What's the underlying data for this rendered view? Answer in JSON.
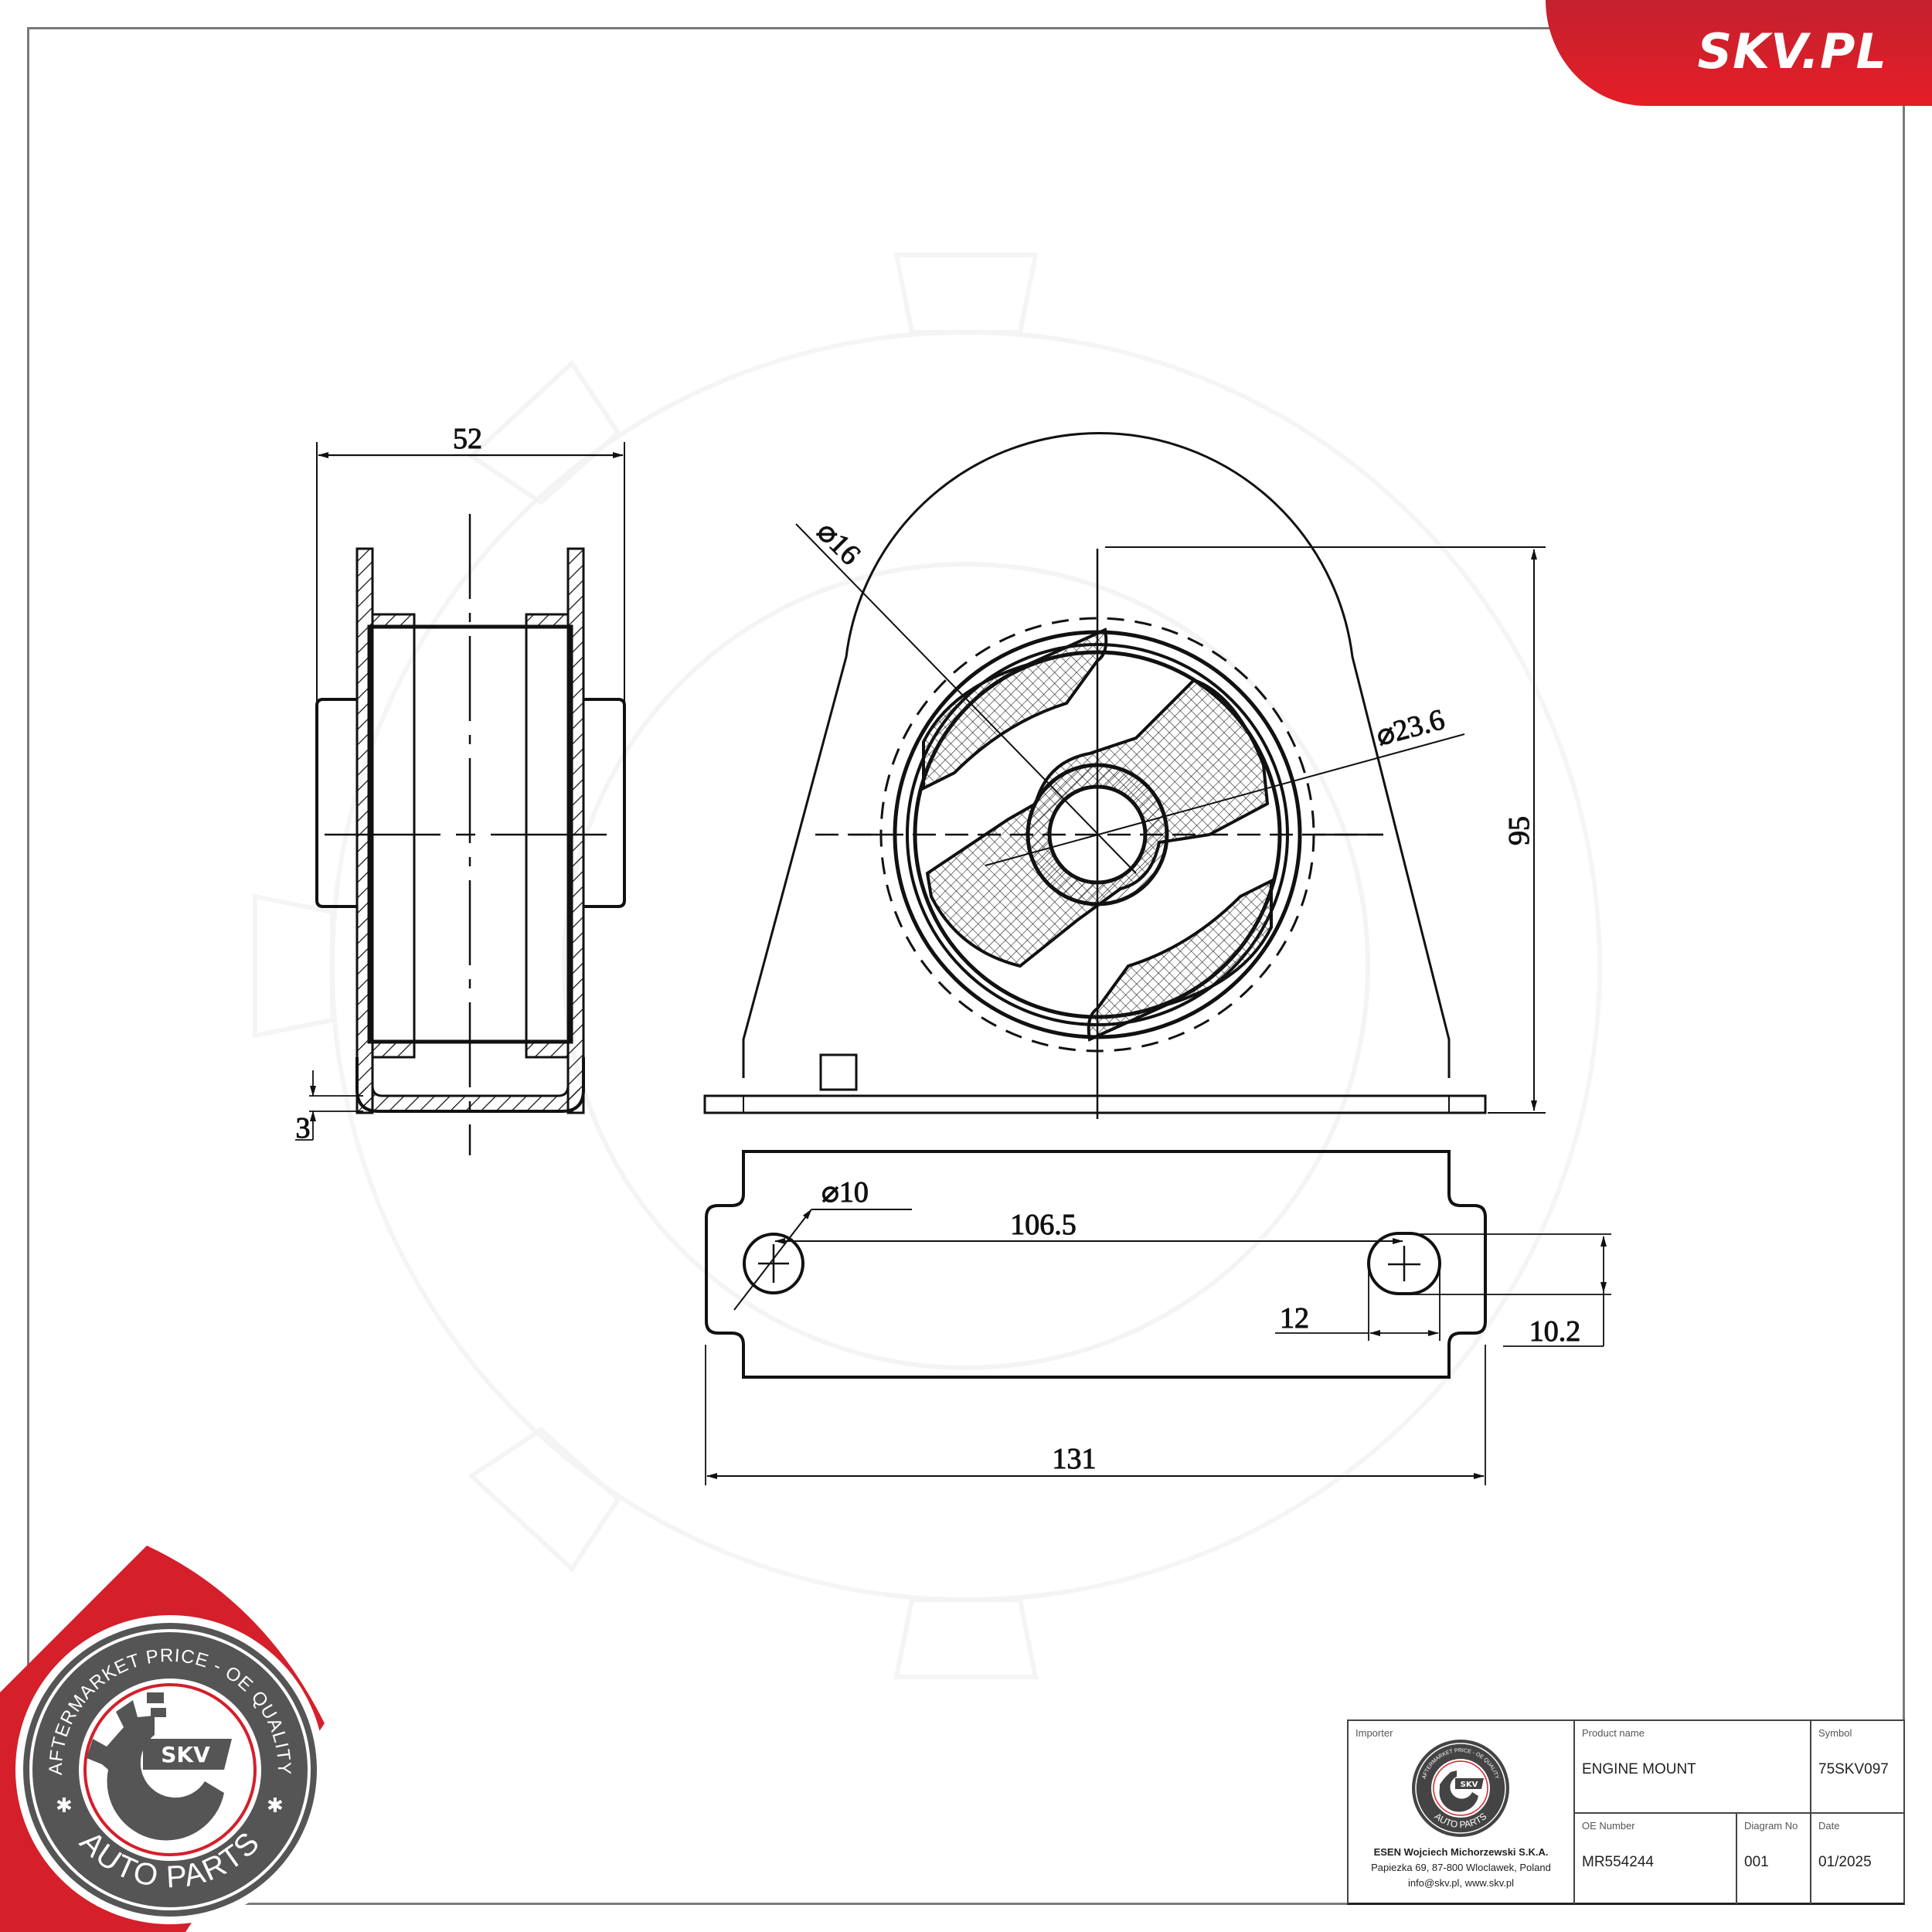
{
  "brand": {
    "site_label": "SKV.PL",
    "accent_color": "#e41e26",
    "badge_gray": "#555555"
  },
  "badge": {
    "arc_top_text": "AFTERMARKET PRICE - OE QUALITY",
    "arc_bottom_text": "AUTO PARTS",
    "center_label": "SKV"
  },
  "drawing": {
    "side_view": {
      "width_label": "52",
      "wall_thickness_label": "3"
    },
    "front_view": {
      "hole_diameter_label": "⌀16",
      "bushing_diameter_label": "⌀23.6",
      "height_label": "95"
    },
    "base_plate": {
      "hole_diameter_label": "⌀10",
      "hole_spacing_label": "106.5",
      "slot_width_label": "12",
      "slot_height_label": "10.2",
      "overall_length_label": "131"
    }
  },
  "title_block": {
    "importer": {
      "label": "Importer",
      "company": "ESEN Wojciech Michorzewski S.K.A.",
      "address": "Papiezka 69, 87-800 Wloclawek, Poland",
      "contact": "info@skv.pl, www.skv.pl",
      "logo_top_text": "AFTERMARKET PRICE - OE QUALITY",
      "logo_bottom_text": "AUTO PARTS",
      "logo_center": "SKV"
    },
    "product_name": {
      "label": "Product name",
      "value": "ENGINE MOUNT"
    },
    "symbol": {
      "label": "Symbol",
      "value": "75SKV097"
    },
    "oe_number": {
      "label": "OE Number",
      "value": "MR554244"
    },
    "diagram_no": {
      "label": "Diagram No",
      "value": "001"
    },
    "date": {
      "label": "Date",
      "value": "01/2025"
    }
  }
}
